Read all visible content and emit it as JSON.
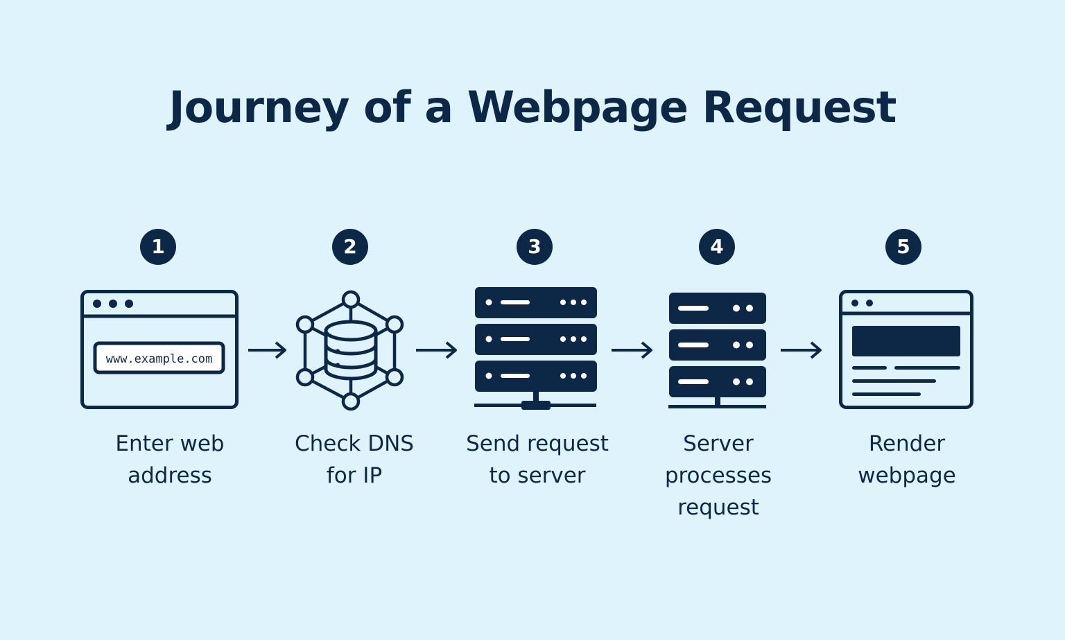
{
  "title": "Journey of a Webpage Request",
  "colors": {
    "background": "#dff3fd",
    "ink": "#0d2747"
  },
  "steps": [
    {
      "number": "1",
      "icon": "browser-window-icon",
      "url_text": "www.example.com",
      "label_lines": [
        "Enter web",
        "address"
      ]
    },
    {
      "number": "2",
      "icon": "dns-database-network-icon",
      "label_lines": [
        "Check DNS",
        "for IP"
      ]
    },
    {
      "number": "3",
      "icon": "server-rack-icon",
      "label_lines": [
        "Send request",
        "to server"
      ]
    },
    {
      "number": "4",
      "icon": "server-stack-icon",
      "label_lines": [
        "Server",
        "processes",
        "request"
      ]
    },
    {
      "number": "5",
      "icon": "rendered-webpage-icon",
      "label_lines": [
        "Render",
        "webpage"
      ]
    }
  ]
}
